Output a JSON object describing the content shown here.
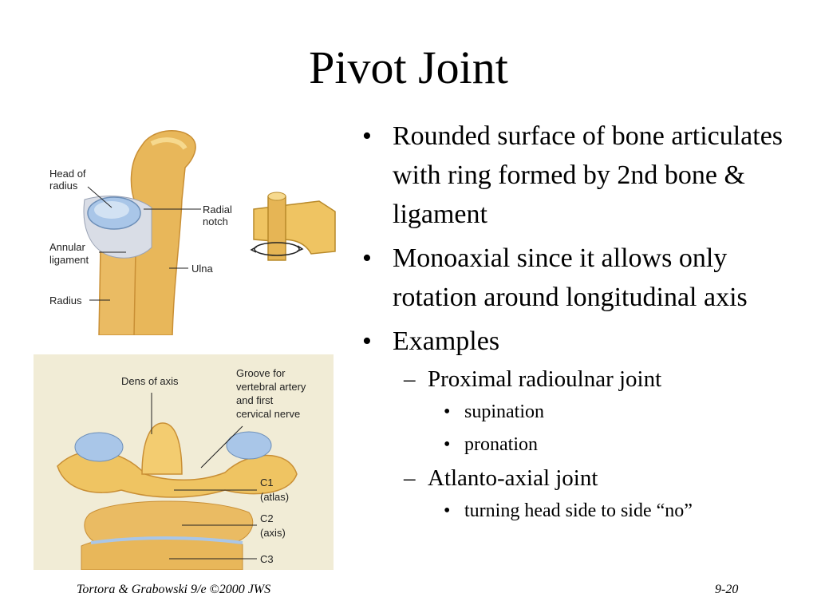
{
  "title": "Pivot Joint",
  "bullets": [
    {
      "level": 1,
      "text": "Rounded surface of bone articulates with ring formed by 2nd bone & ligament"
    },
    {
      "level": 1,
      "text": "Monoaxial since it allows only rotation around longitudinal axis"
    },
    {
      "level": 1,
      "text": "Examples"
    },
    {
      "level": 2,
      "text": "Proximal radioulnar joint"
    },
    {
      "level": 3,
      "text": "supination"
    },
    {
      "level": 3,
      "text": "pronation"
    },
    {
      "level": 2,
      "text": "Atlanto-axial joint"
    },
    {
      "level": 3,
      "text": "turning head side to side “no”"
    }
  ],
  "figure_top": {
    "labels": {
      "head_of_radius_1": "Head of",
      "head_of_radius_2": "radius",
      "radial_notch_1": "Radial",
      "radial_notch_2": "notch",
      "annular_ligament_1": "Annular",
      "annular_ligament_2": "ligament",
      "ulna": "Ulna",
      "radius": "Radius"
    }
  },
  "figure_bottom": {
    "labels": {
      "dens_of_axis": "Dens of axis",
      "groove_1": "Groove for",
      "groove_2": "vertebral artery",
      "groove_3": "and first",
      "groove_4": "cervical nerve",
      "c1": "C1",
      "c1_sub": "(atlas)",
      "c2": "C2",
      "c2_sub": "(axis)",
      "c3": "C3"
    }
  },
  "footer": {
    "left": "Tortora & Grabowski 9/e ©2000 JWS",
    "right": "9-20"
  },
  "colors": {
    "bone": "#e8b75a",
    "bone_light": "#f6d98e",
    "bone_shadow": "#c98f35",
    "cartilage": "#a9c6e8",
    "ligament": "#d9dde6",
    "figure_bg": "#f1ecd6"
  }
}
